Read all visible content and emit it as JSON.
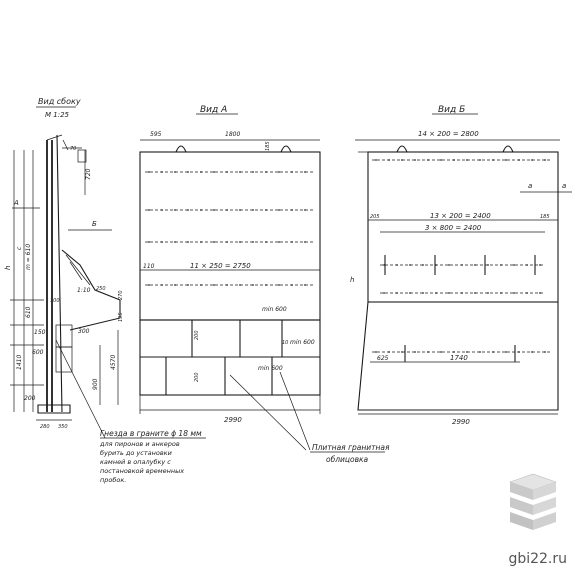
{
  "views": {
    "side": {
      "title": "Вид сбоку",
      "scale": "М 1:25"
    },
    "a": {
      "title": "Вид А"
    },
    "b": {
      "title": "Вид Б"
    }
  },
  "dims": {
    "a_top_left": "595",
    "a_top": "1800",
    "a_top_right": "185",
    "a_row": "11 × 250 = 2750",
    "a_row_left": "110",
    "a_min1": "min 600",
    "a_min2": "min 600",
    "a_min3": "min 600",
    "a_10": "10",
    "a_200a": "200",
    "a_200b": "200",
    "a_bottom": "2990",
    "b_top": "14 × 200 = 2800",
    "b_row1": "13 × 200 = 2400",
    "b_row1_left": "205",
    "b_row1_right": "185",
    "b_row2": "3 × 800 = 2400",
    "b_625": "625",
    "b_1740": "1740",
    "b_bottom": "2990",
    "side_720": "720",
    "side_m610": "m = 610",
    "side_610": "610",
    "side_1410": "1410",
    "side_150": "150",
    "side_600": "600",
    "side_300": "300",
    "side_900": "900",
    "side_4570": "4570",
    "side_195": "195",
    "side_110": "1:10",
    "side_250": "250",
    "side_270": "270",
    "side_200": "200",
    "side_280": "280",
    "side_350": "350",
    "side_100": "100",
    "side_70": "70"
  },
  "letters": {
    "a": "А",
    "b": "Б",
    "a_small": "а",
    "h": "h",
    "c": "с"
  },
  "notes": {
    "note1_line1": "Гнезда в граните ϕ 18 мм",
    "note1_line2": "для пиронов и анкеров",
    "note1_line3": "бурить до установки",
    "note1_line4": "камней в опалубку с",
    "note1_line5": "постановкой временных",
    "note1_line6": "пробок.",
    "note2_line1": "Плитная гранитная",
    "note2_line2": "облицовка"
  },
  "brand": {
    "site": "gbi22.ru"
  }
}
